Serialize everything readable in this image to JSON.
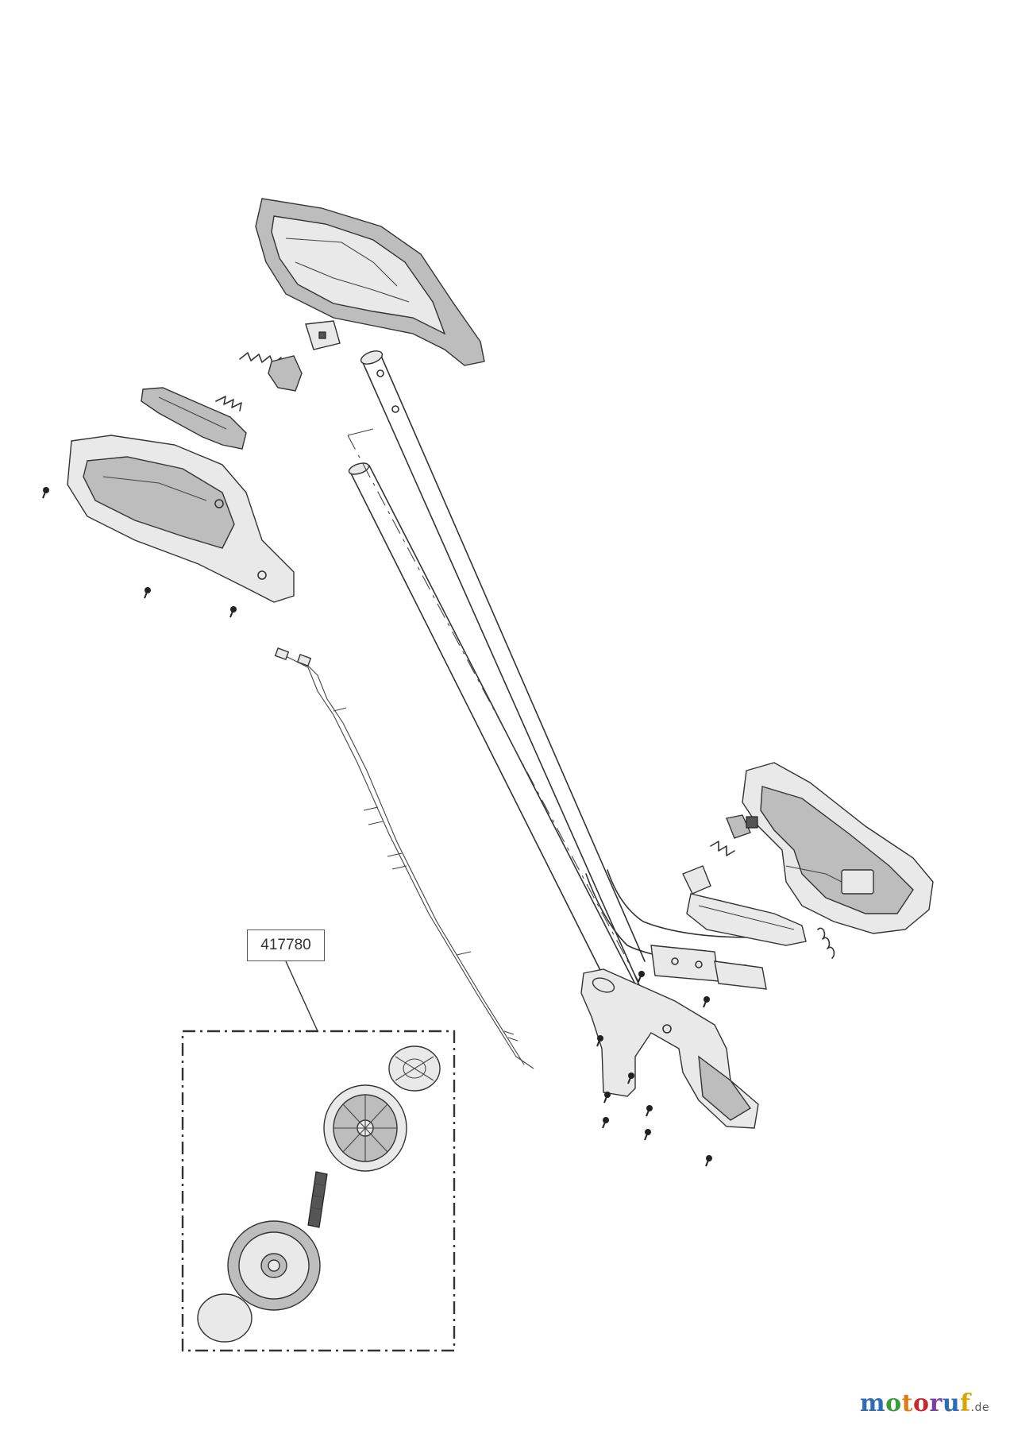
{
  "kit_label": {
    "part_number": "417780"
  },
  "brand": {
    "name": "motoruf",
    "suffix": ".de",
    "letter_colors": [
      "#2e6db4",
      "#3b9a3b",
      "#e07b16",
      "#c8292f",
      "#7b3fa0",
      "#2e6db4",
      "#d9a400"
    ]
  },
  "colors": {
    "line": "#333333",
    "part_fill": "#bdbdbd",
    "background": "#ffffff"
  }
}
